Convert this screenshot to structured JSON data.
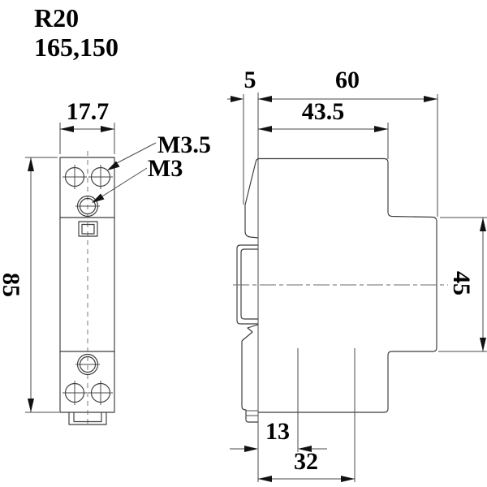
{
  "drawing": {
    "title_line1": "R20",
    "title_line2": "165,150",
    "front_view": {
      "width": "17.7",
      "height": "85",
      "screw_label_large": "M3.5",
      "screw_label_small": "M3"
    },
    "side_view": {
      "clip_depth": "5",
      "total_depth": "60",
      "upper_depth": "43.5",
      "front_height": "45",
      "bottom_inset": "13",
      "bottom_width": "32"
    }
  },
  "colors": {
    "line": "#3a3a3a",
    "text": "#000000",
    "background": "#ffffff"
  }
}
